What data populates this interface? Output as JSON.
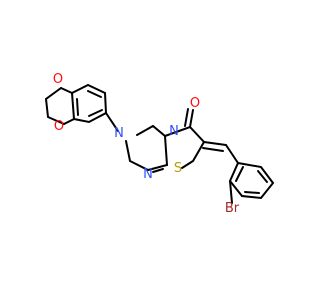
{
  "molecule": {
    "atom_labels": {
      "o1": "O",
      "o2": "O",
      "n1": "N",
      "n2": "N",
      "n3": "N",
      "o_carbonyl": "O",
      "s": "S",
      "br": "Br"
    },
    "colors": {
      "oxygen": "#ff0d0d",
      "nitrogen": "#3050f8",
      "sulfur": "#b5a000",
      "bromine": "#a62929",
      "bond": "#000000"
    }
  }
}
